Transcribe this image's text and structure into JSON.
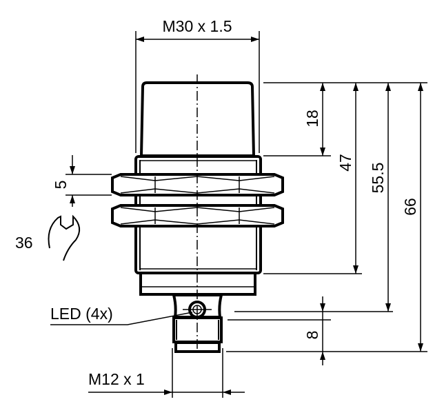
{
  "drawing": {
    "labels": {
      "thread_main": "M30 x 1.5",
      "thread_connector": "M12 x 1",
      "led": "LED (4x)",
      "wrench_size": "36",
      "nut_height": "5",
      "dim_head": "18",
      "dim_body": "47",
      "dim_led": "55.5",
      "dim_total": "66",
      "dim_connector": "8"
    }
  }
}
